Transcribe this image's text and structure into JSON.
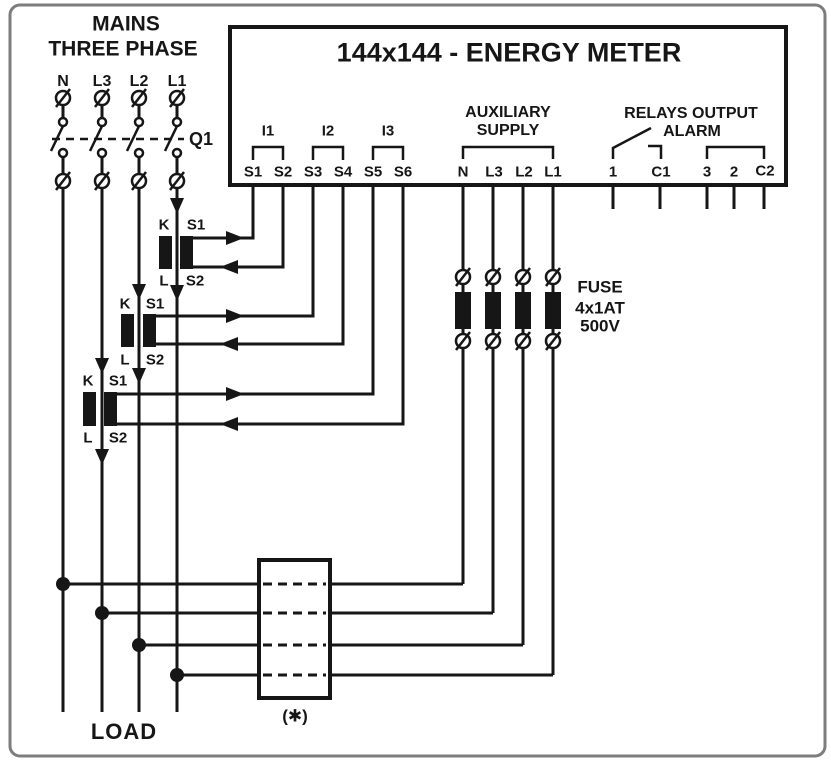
{
  "colors": {
    "ink": "#161616",
    "frame": "#7d7d7d",
    "background": "#ffffff"
  },
  "mains": {
    "title1": "MAINS",
    "title2": "THREE PHASE",
    "phases": [
      "N",
      "L3",
      "L2",
      "L1"
    ],
    "breaker": "Q1"
  },
  "meter": {
    "title": "144x144 - ENERGY METER",
    "current_groups": [
      {
        "label": "I1",
        "t1": "S1",
        "t2": "S2"
      },
      {
        "label": "I2",
        "t1": "S3",
        "t2": "S4"
      },
      {
        "label": "I3",
        "t1": "S5",
        "t2": "S6"
      }
    ],
    "aux": {
      "title1": "AUXILIARY",
      "title2": "SUPPLY",
      "terminals": [
        "N",
        "L3",
        "L2",
        "L1"
      ]
    },
    "relays": {
      "title1": "RELAYS OUTPUT",
      "title2": "ALARM",
      "terminals": [
        "1",
        "C1",
        "3",
        "2",
        "C2"
      ]
    }
  },
  "cts": [
    {
      "k": "K",
      "s_top": "S1",
      "l": "L",
      "s_bot": "S2"
    },
    {
      "k": "K",
      "s_top": "S1",
      "l": "L",
      "s_bot": "S2"
    },
    {
      "k": "K",
      "s_top": "S1",
      "l": "L",
      "s_bot": "S2"
    }
  ],
  "fuse": {
    "line1": "FUSE",
    "line2": "4x1AT",
    "line3": "500V"
  },
  "load": "LOAD",
  "note": "(✱)"
}
